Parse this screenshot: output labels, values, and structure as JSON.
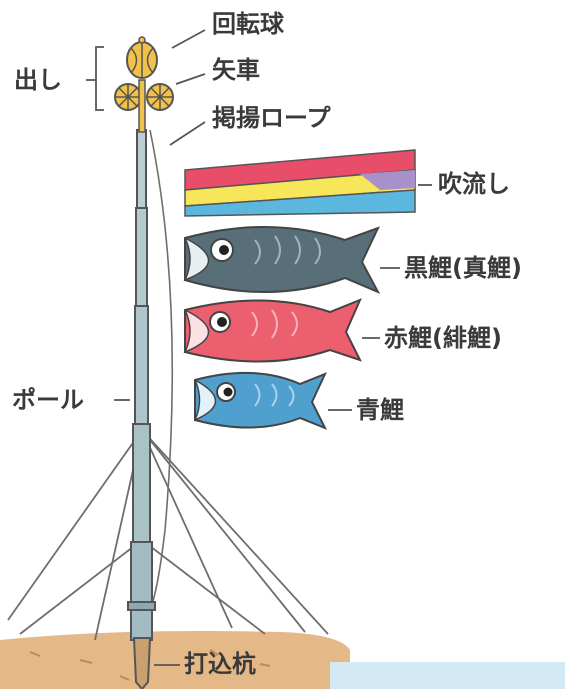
{
  "labels": {
    "dashi": "出し",
    "kaitenkyu": "回転球",
    "yaguruma": "矢車",
    "rope": "掲揚ロープ",
    "fukinagashi": "吹流し",
    "magoi": "黒鯉(真鯉)",
    "higoi": "赤鯉(緋鯉)",
    "aogoi": "青鯉",
    "pole": "ポール",
    "stake": "打込杭"
  },
  "colors": {
    "text": "#3a3a3a",
    "pole": "#a9c2c8",
    "gold": "#f0c24a",
    "ground": "#e5b887",
    "water": "#d3eaf4",
    "black_carp": "#586e78",
    "red_carp": "#ec5f6f",
    "blue_carp": "#4f9fcf",
    "streamer": [
      "#e84e6a",
      "#f7e55a",
      "#5bb7de",
      "#a890c9"
    ]
  }
}
